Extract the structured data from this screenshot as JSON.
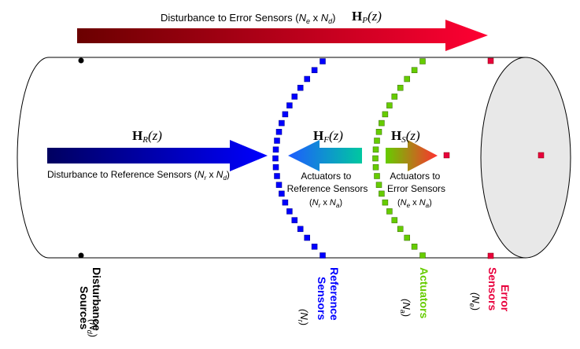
{
  "top_label": {
    "text": "Disturbance to Error Sensors (",
    "ne": "N",
    "ne_sub": "e",
    "times": " x ",
    "nd": "N",
    "nd_sub": "d",
    "close": ")"
  },
  "hp": {
    "bold": "H",
    "sub": "P",
    "arg": "(z)"
  },
  "hr": {
    "bold": "H",
    "sub": "R",
    "arg": "(z)"
  },
  "hf": {
    "bold": "H",
    "sub": "F",
    "arg": "(z)"
  },
  "hs": {
    "bold": "H",
    "sub": "S",
    "arg": "(z)"
  },
  "ref_path_label": {
    "text": "Disturbance to Reference Sensors (",
    "nr": "N",
    "nr_sub": "r",
    "times": " x ",
    "nd": "N",
    "nd_sub": "d",
    "close": ")"
  },
  "act_to_ref": {
    "line1": "Actuators to",
    "line2": "Reference Sensors",
    "dim": {
      "open": "(",
      "a": "N",
      "a_sub": "r",
      "times": " x ",
      "b": "N",
      "b_sub": "a",
      "close": ")"
    }
  },
  "act_to_err": {
    "line1": "Actuators to",
    "line2": "Error Sensors",
    "dim": {
      "open": "(",
      "a": "N",
      "a_sub": "e",
      "times": " x ",
      "b": "N",
      "b_sub": "a",
      "close": ")"
    }
  },
  "bottom_labels": {
    "disturbance": {
      "line1": "Disturbance",
      "line2": "Sources",
      "count": "(N",
      "count_sub": "d",
      "count_close": ")"
    },
    "reference": {
      "line1": "Reference",
      "line2": "Sensors",
      "count": "(N",
      "count_sub": "r",
      "count_close": ")"
    },
    "actuators": {
      "line1": "Actuators",
      "count": "(N",
      "count_sub": "a",
      "count_close": ")"
    },
    "error": {
      "line1": "Error",
      "line2": "Sensors",
      "count": "(N",
      "count_sub": "e",
      "count_close": ")"
    }
  },
  "colors": {
    "reference": "#0000ff",
    "actuators": "#66cc00",
    "error": "#e8003c",
    "end_cap": "#e8e8e8"
  }
}
